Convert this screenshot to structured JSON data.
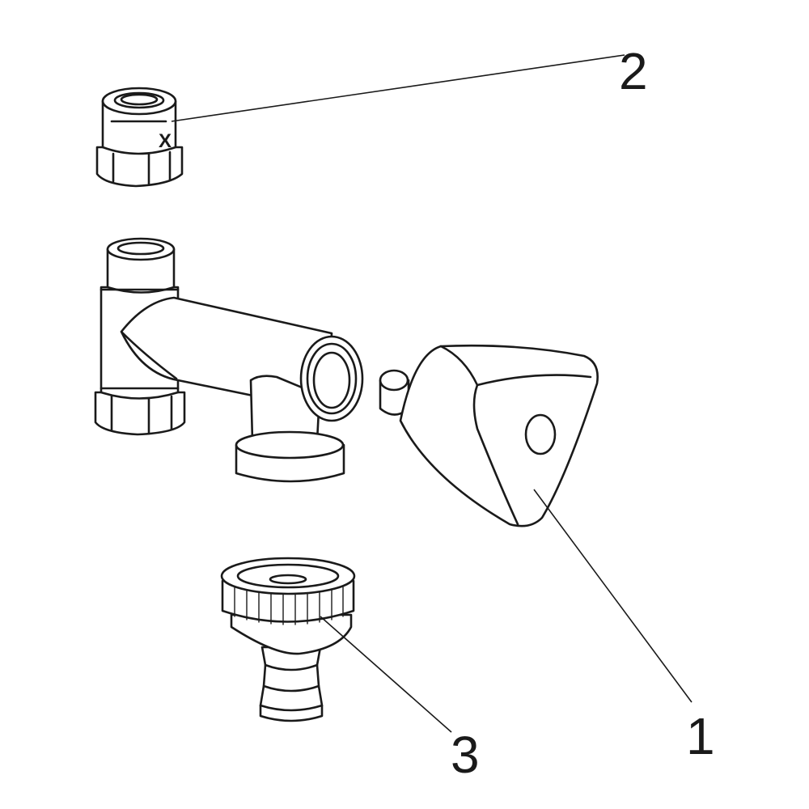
{
  "callouts": [
    {
      "label": "2"
    },
    {
      "label": "1"
    },
    {
      "label": "3"
    }
  ],
  "part_mark": "X",
  "colors": {
    "line": "#1a1a1a",
    "background": "#ffffff"
  }
}
